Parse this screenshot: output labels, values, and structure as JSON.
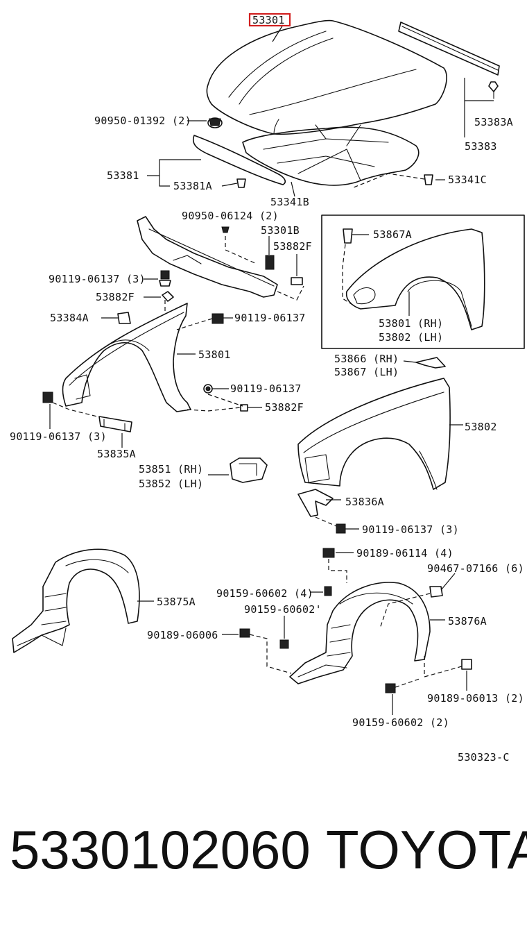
{
  "callouts": {
    "hood": "53301",
    "hood_cushion_nut": "90950-01392 (2)",
    "hood_seal_rh": "53383A",
    "hood_seal": "53383",
    "hood_front_seal": "53381",
    "hood_front_seal_a": "53381A",
    "hood_insulator": "53341B",
    "hood_clip": "53341C",
    "hood_bumper_grommet": "90950-06124 (2)",
    "hood_bumper": "53301B",
    "fender_retainer_f": "53882F",
    "bolt_3": "90119-06137 (3)",
    "fender_retainer_f_2": "53882F",
    "fender_bracket_a": "53384A",
    "bolt_single": "90119-06137",
    "fender_rh": "53801",
    "bolt_single_2": "90119-06137",
    "fender_retainer_f_3": "53882F",
    "bolt_3_lower": "90119-06137 (3)",
    "fender_bracket_835a": "53835A",
    "fender_bracket_rh": "53851 (RH)",
    "fender_bracket_lh": "53852 (LH)",
    "inset_clip": "53867A",
    "inset_fender_rh": "53801 (RH)",
    "inset_fender_lh": "53802 (LH)",
    "fender_shield_rh": "53866 (RH)",
    "fender_shield_lh": "53867 (LH)",
    "fender_lh": "53802",
    "fender_bracket_836a": "53836A",
    "bolt_3_right": "90119-06137 (3)",
    "screw_4": "90189-06114 (4)",
    "bolt_159_4": "90159-60602 (4)",
    "clip_6": "90467-07166 (6)",
    "liner_rh": "53875A",
    "bolt_159_single": "90159-60602'",
    "liner_lh": "53876A",
    "screw_single": "90189-06006",
    "screw_2": "90189-06013 (2)",
    "bolt_159_2": "90159-60602 (2)"
  },
  "diagram_code": "530323-C",
  "footer": {
    "part_number": "5330102060",
    "brand": "TOYOTA"
  },
  "highlight_color": "#d21f1f"
}
